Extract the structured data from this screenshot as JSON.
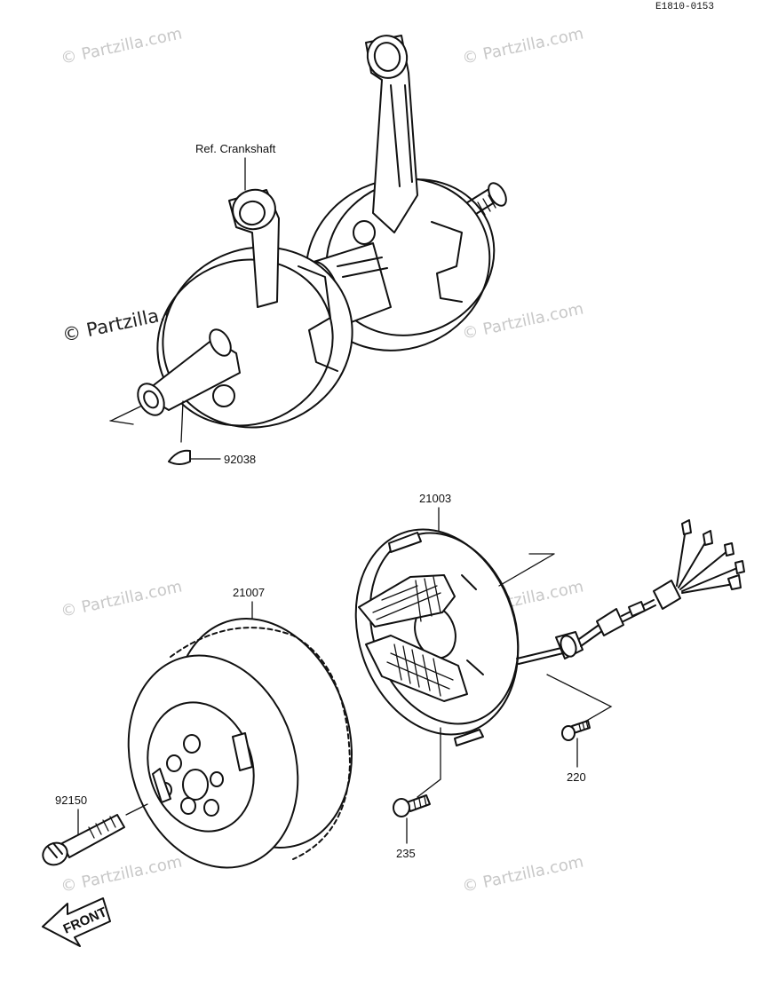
{
  "drawing_code": "E1810-0153",
  "watermark": {
    "text": "© Partzilla.com",
    "prominent_text": "© Partzilla.com"
  },
  "direction_marker": "FRONT",
  "labels": {
    "ref_crankshaft": "Ref. Crankshaft",
    "key": "92038",
    "stator": "21003",
    "flywheel": "21007",
    "flywheel_bolt": "92150",
    "stator_screw": "235",
    "wire_clamp_screw": "220"
  }
}
